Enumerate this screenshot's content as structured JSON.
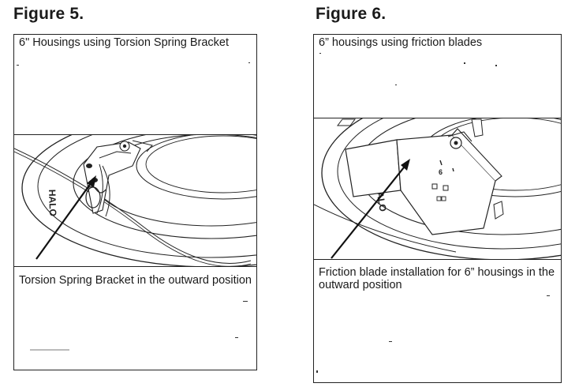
{
  "figure5": {
    "title": "Figure 5.",
    "top_caption": "6\" Housings using Torsion Spring Bracket",
    "bottom_caption": "Torsion Spring Bracket in the outward position",
    "housing_label": "HALO"
  },
  "figure6": {
    "title": "Figure 6.",
    "top_caption": "6” housings using friction blades",
    "bottom_caption": "Friction blade installation for 6” housings in the outward position",
    "housing_label": "HALO",
    "blade_label": "6"
  }
}
